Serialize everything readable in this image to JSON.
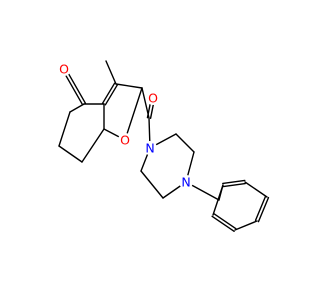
{
  "molecule": {
    "atoms": [
      {
        "id": "O_ketone",
        "symbol": "O",
        "color": "#ff0000"
      },
      {
        "id": "O_carbonyl",
        "symbol": "O",
        "color": "#ff0000"
      },
      {
        "id": "O_furan",
        "symbol": "O",
        "color": "#ff0000"
      },
      {
        "id": "N_amide",
        "symbol": "N",
        "color": "#0000ff"
      },
      {
        "id": "N_benzyl",
        "symbol": "N",
        "color": "#0000ff"
      }
    ]
  }
}
